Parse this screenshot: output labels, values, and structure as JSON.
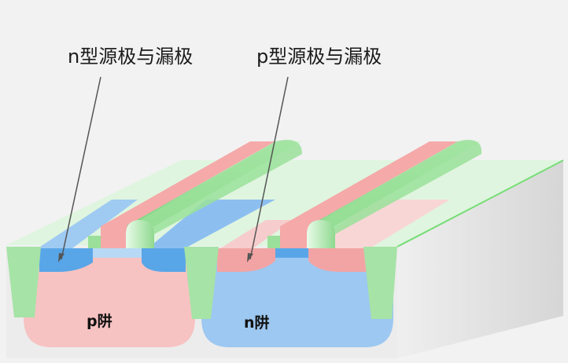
{
  "labels": {
    "n_source_drain": "n型源极与漏极",
    "p_source_drain": "p型源极与漏极",
    "p_well": "p阱",
    "n_well": "n阱"
  },
  "colors": {
    "background": "#f2f2f2",
    "substrate_top": "#dff5df",
    "substrate_side": "#e4e4e4",
    "substrate_front": "#ececec",
    "isolation_oxide": "#a6e3a6",
    "p_well": "#f7c2c2",
    "n_well": "#9cc8f1",
    "n_diffusion": "#58a6e8",
    "p_diffusion": "#f2a4a4",
    "gate_green": "#9ae09a",
    "gate_pink": "#f5a9a9",
    "leader_line": "#555555"
  }
}
